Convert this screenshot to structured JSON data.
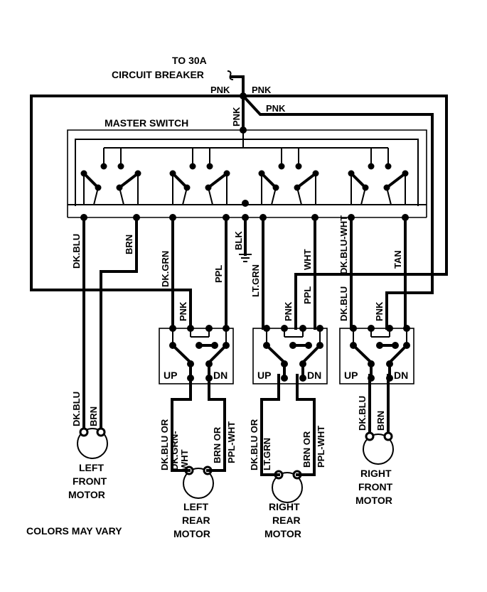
{
  "labels": {
    "power_source": "TO 30A",
    "power_source_2": "CIRCUIT BREAKER",
    "master_switch": "MASTER SWITCH",
    "colors_note": "COLORS MAY VARY",
    "pnk_feed_left": "PNK",
    "pnk_feed_right": "PNK",
    "pnk_drop": "PNK",
    "pnk_branch": "PNK",
    "ground": "BLK"
  },
  "wires": {
    "dk_blu": "DK.BLU",
    "brn": "BRN",
    "dk_grn": "DK.GRN",
    "ppl": "PPL",
    "lt_grn": "LT.GRN",
    "wht": "WHT",
    "dk_blu_wht": "DK.BLU-WHT",
    "tan": "TAN",
    "pnk_left": "PNK",
    "ppl_center": "PPL",
    "pnk_center": "PNK",
    "dk_blu_right": "DK.BLU",
    "pnk_right": "PNK"
  },
  "switches": {
    "left": {
      "up": "UP",
      "dn": "DN"
    },
    "center": {
      "up": "UP",
      "dn": "DN"
    },
    "right": {
      "up": "UP",
      "dn": "DN"
    }
  },
  "motor_wires": {
    "left_front_a": "DK.BLU",
    "left_front_b": "BRN",
    "left_rear_a": "DK.BLU OR",
    "left_rear_a2": "DK.GRN-",
    "left_rear_a3": "WHT",
    "left_rear_b": "BRN OR",
    "left_rear_b2": "PPL-WHT",
    "right_rear_a": "DK.BLU OR",
    "right_rear_a2": "LT.GRN",
    "right_rear_b": "BRN OR",
    "right_rear_b2": "PPL-WHT",
    "right_front_a": "DK.BLU",
    "right_front_b": "BRN"
  },
  "motors": {
    "left_front": [
      "LEFT",
      "FRONT",
      "MOTOR"
    ],
    "left_rear": [
      "LEFT",
      "REAR",
      "MOTOR"
    ],
    "right_rear": [
      "RIGHT",
      "REAR",
      "MOTOR"
    ],
    "right_front": [
      "RIGHT",
      "FRONT",
      "MOTOR"
    ]
  }
}
